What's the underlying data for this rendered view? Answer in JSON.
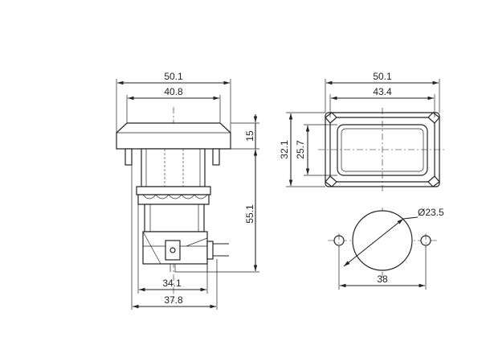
{
  "drawing": {
    "front_view": {
      "dimensions": {
        "overall_width": "50.1",
        "cap_width": "40.8",
        "cap_height": "15",
        "total_height": "55.1",
        "body_width": "34.1",
        "terminal_width": "37.8"
      }
    },
    "top_view": {
      "dimensions": {
        "overall_width": "50.1",
        "window_width": "43.4",
        "overall_height": "32.1",
        "window_height": "25.7"
      }
    },
    "panel_cutout": {
      "dimensions": {
        "hole_diameter": "Ø23.5",
        "hole_spacing": "38"
      }
    }
  }
}
